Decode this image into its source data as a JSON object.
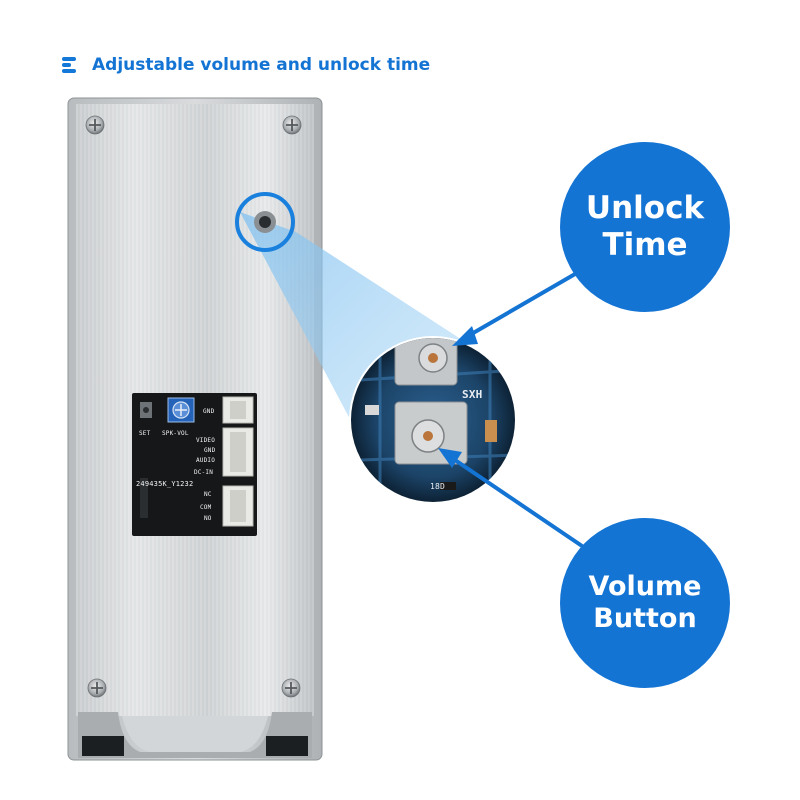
{
  "header": {
    "title": "Adjustable volume and unlock time",
    "icon": "list-lines-icon",
    "accent_color": "#1474d4"
  },
  "callouts": {
    "unlock_time": [
      "Unlock",
      "Time"
    ],
    "volume_button": [
      "Volume",
      "Button"
    ]
  },
  "board": {
    "labels": {
      "set": "SET",
      "gnd_top": "GND",
      "spk_vol": "SPK-VOL",
      "video": "VIDEO",
      "gnd": "GND",
      "audio": "AUDIO",
      "dc_in": "DC-IN",
      "nc": "NC",
      "com": "COM",
      "no": "NO",
      "serial": "249435K_Y1232"
    }
  },
  "zoom": {
    "silk_text": "SXH",
    "part_text": "18D"
  }
}
